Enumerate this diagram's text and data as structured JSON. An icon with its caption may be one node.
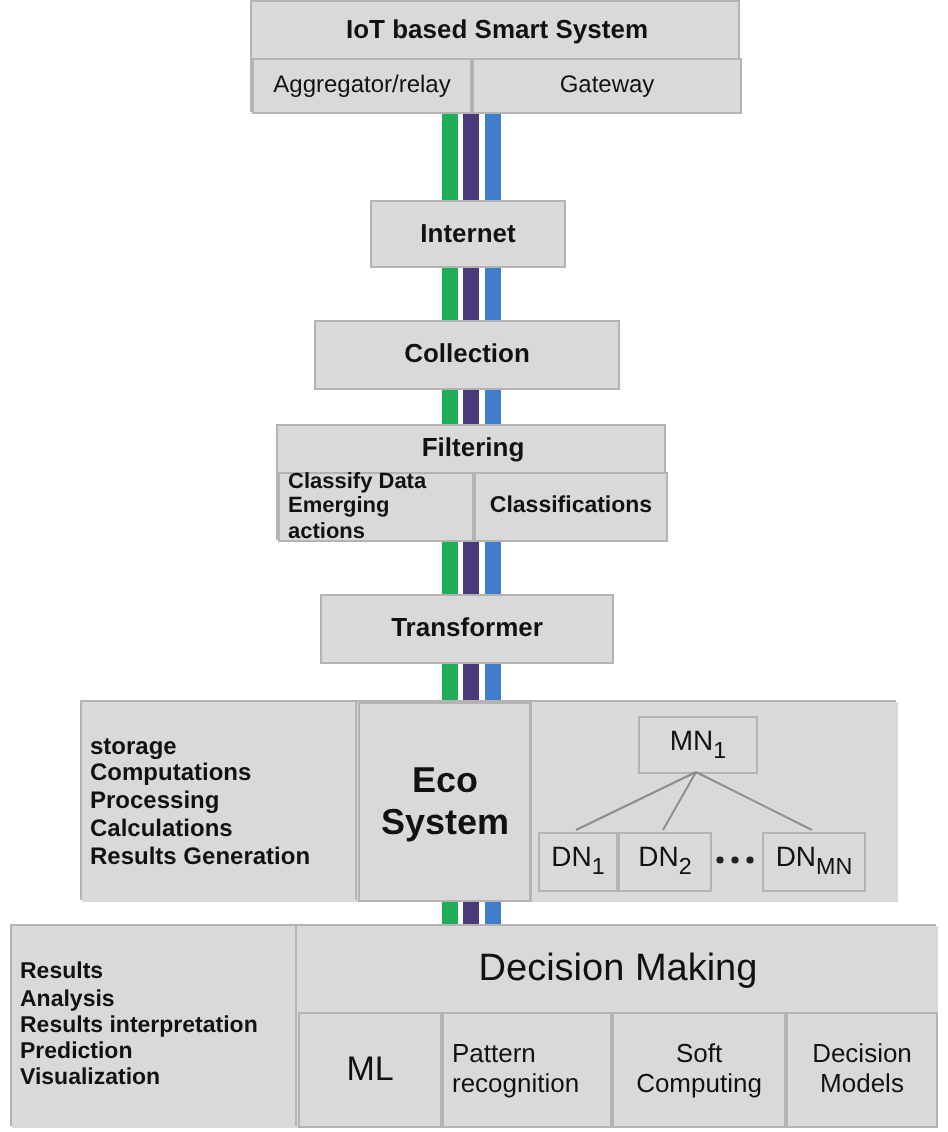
{
  "diagram": {
    "nodes": [
      {
        "text": [
          "IoT based Smart System"
        ]
      },
      {
        "text": [
          "Aggregator/relay"
        ],
        "in": 0
      },
      {
        "text": [
          "Gateway"
        ],
        "in": 0
      },
      {
        "text": [
          "Internet"
        ]
      },
      {
        "text": [
          "Collection"
        ]
      },
      {
        "text": [
          "Filtering"
        ]
      },
      {
        "text": [
          "Classify Data Emerging actions"
        ],
        "in": 5
      },
      {
        "text": [
          "Classifications"
        ],
        "in": 5
      },
      {
        "text": [
          "Transformer"
        ]
      },
      {
        "text": [],
        "shape": "box"
      },
      {
        "text": [
          "storage",
          "Computations",
          "Processing",
          "Calculations",
          "Results Generation"
        ],
        "in": 9
      },
      {
        "text": [
          "Eco System"
        ],
        "in": 9
      },
      {
        "text": [],
        "shape": "box",
        "in": 9
      },
      {
        "text": [
          "MN$_{1}$"
        ],
        "in": 12
      },
      {
        "text": [
          "DN$_{1}$"
        ],
        "in": 12
      },
      {
        "text": [
          "DN$_{2}$"
        ],
        "in": 12
      },
      {
        "text": [
          "DN$_{MN}$"
        ],
        "in": 12
      },
      {
        "text": [],
        "shape": "box"
      },
      {
        "text": [
          "Results",
          "Analysis",
          "Results interpretation",
          "Prediction",
          "Visualization"
        ],
        "in": 17
      },
      {
        "text": [
          "Decision Making"
        ],
        "in": 17
      },
      {
        "text": [
          "ML"
        ],
        "in": 19
      },
      {
        "text": [
          "Pattern recognition"
        ],
        "in": 19
      },
      {
        "text": [
          "Soft Computing"
        ],
        "in": 19
      },
      {
        "text": [
          "Decision Models"
        ],
        "in": 19
      }
    ],
    "edges": [
      {
        "from": 0,
        "to": 3,
        "arrow": "none",
        "style": "thick"
      },
      {
        "from": 3,
        "to": 4,
        "arrow": "none",
        "style": "thick"
      },
      {
        "from": 4,
        "to": 5,
        "arrow": "none",
        "style": "thick"
      },
      {
        "from": 5,
        "to": 8,
        "arrow": "none",
        "style": "thick"
      },
      {
        "from": 8,
        "to": 9,
        "arrow": "none",
        "style": "thick"
      },
      {
        "from": 13,
        "to": 14,
        "arrow": "none"
      },
      {
        "from": 13,
        "to": 15,
        "arrow": "none"
      },
      {
        "from": 13,
        "to": 16,
        "arrow": "none"
      },
      {
        "from": 9,
        "to": 17,
        "arrow": "none",
        "style": "thick"
      }
    ]
  }
}
